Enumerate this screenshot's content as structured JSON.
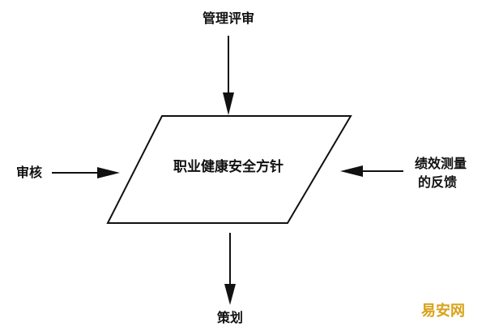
{
  "diagram": {
    "center": "职业健康安全方针",
    "top_input": "管理评审",
    "left_input": "审核",
    "right_input": [
      "绩效测量",
      "的反馈"
    ],
    "bottom_output": "策划"
  },
  "watermark": {
    "text": "易安网",
    "color": "#d9a21b"
  }
}
